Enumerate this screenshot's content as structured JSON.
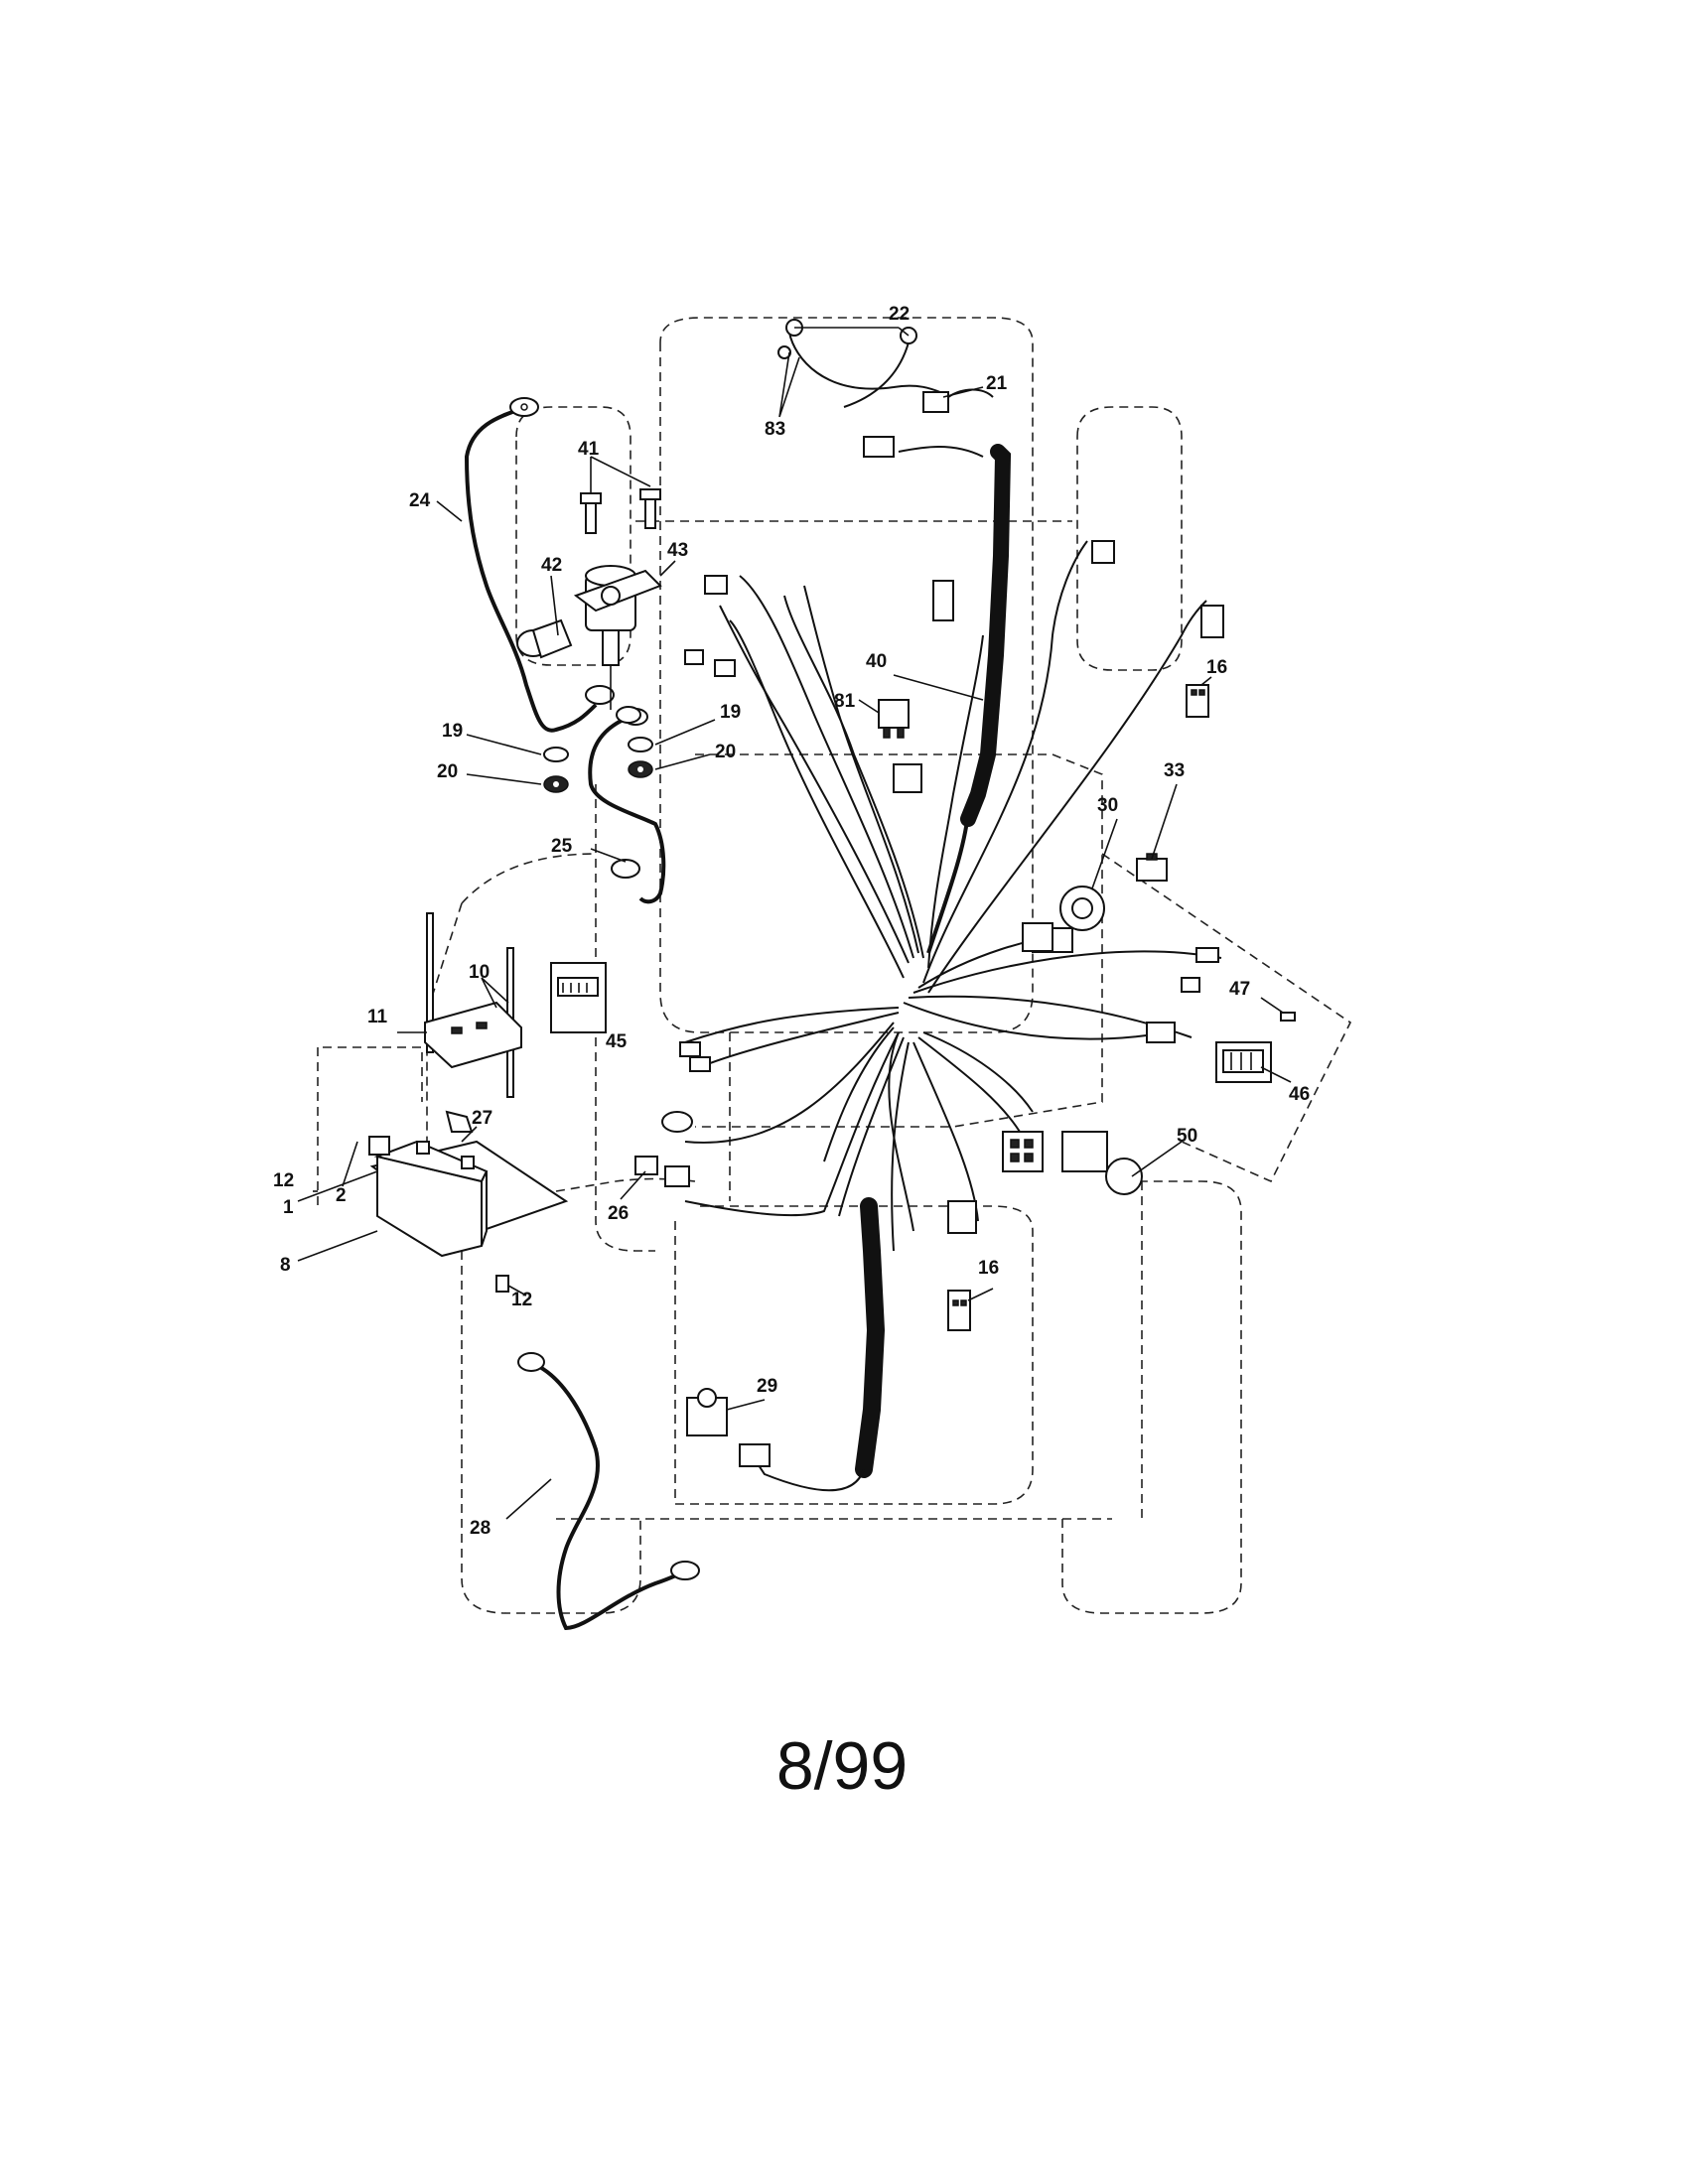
{
  "callouts": {
    "c1": "1",
    "c2": "2",
    "c8": "8",
    "c10": "10",
    "c11": "11",
    "c12a": "12",
    "c12b": "12",
    "c16a": "16",
    "c16b": "16",
    "c19a": "19",
    "c19b": "19",
    "c20a": "20",
    "c20b": "20",
    "c21": "21",
    "c22": "22",
    "c24": "24",
    "c25": "25",
    "c26": "26",
    "c27": "27",
    "c28": "28",
    "c29": "29",
    "c30": "30",
    "c33": "33",
    "c40": "40",
    "c41": "41",
    "c42": "42",
    "c43": "43",
    "c45": "45",
    "c46": "46",
    "c47": "47",
    "c50": "50",
    "c81": "81",
    "c83": "83"
  },
  "footer": {
    "date": "8/99"
  }
}
